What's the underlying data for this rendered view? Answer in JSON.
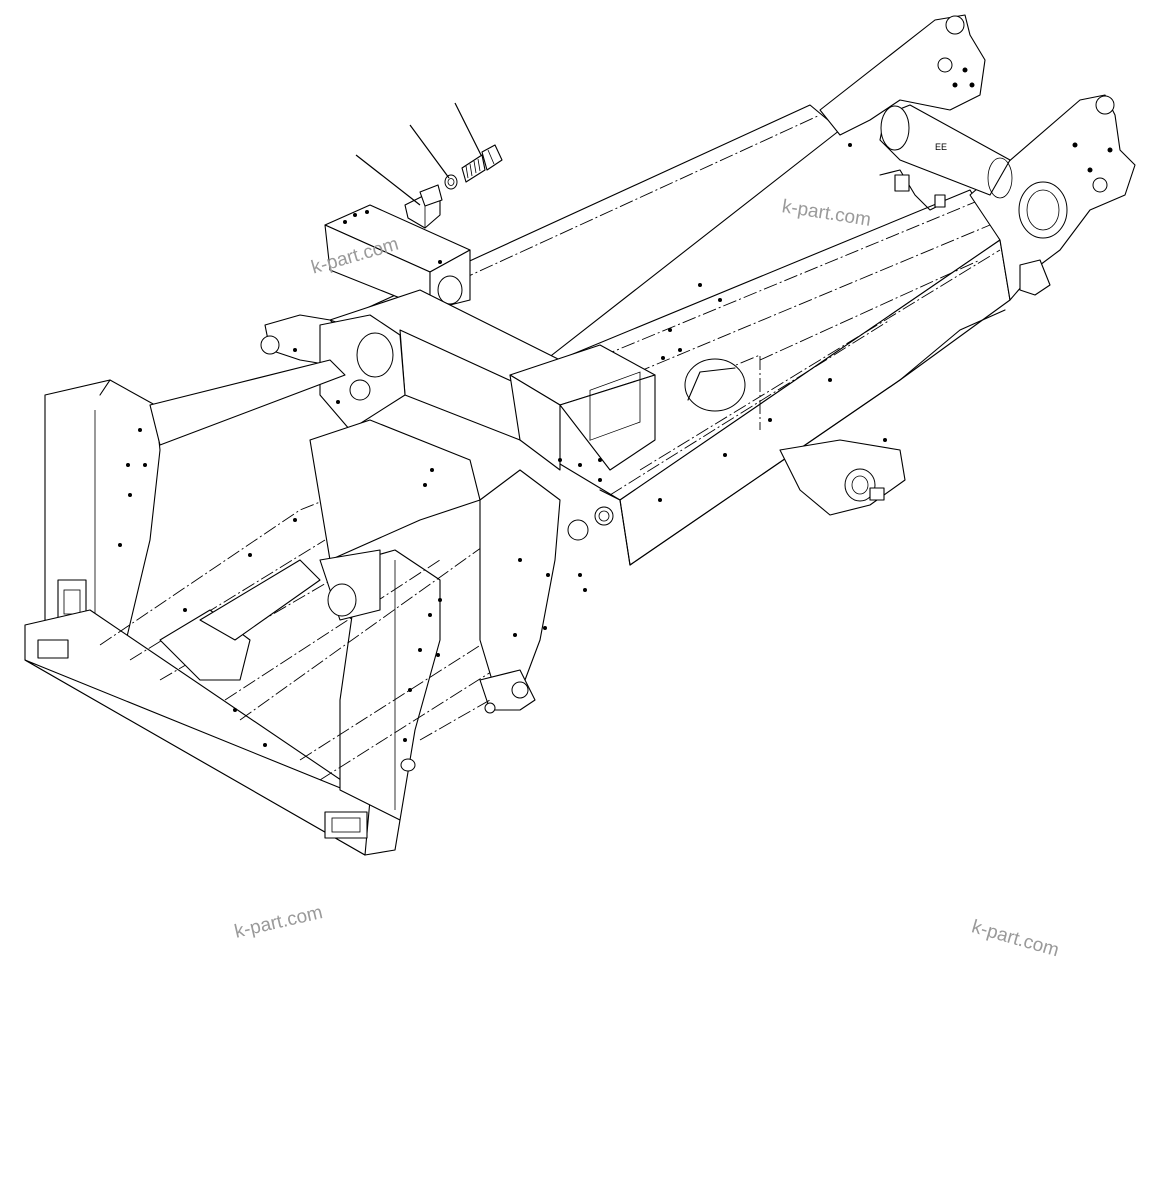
{
  "watermarks": [
    {
      "text": "k-part.com"
    },
    {
      "text": "k-part.com"
    },
    {
      "text": "k-part.com"
    },
    {
      "text": "k-part.com"
    }
  ],
  "parts": [
    {
      "name": "bracket"
    },
    {
      "name": "washer"
    },
    {
      "name": "bolt"
    }
  ]
}
